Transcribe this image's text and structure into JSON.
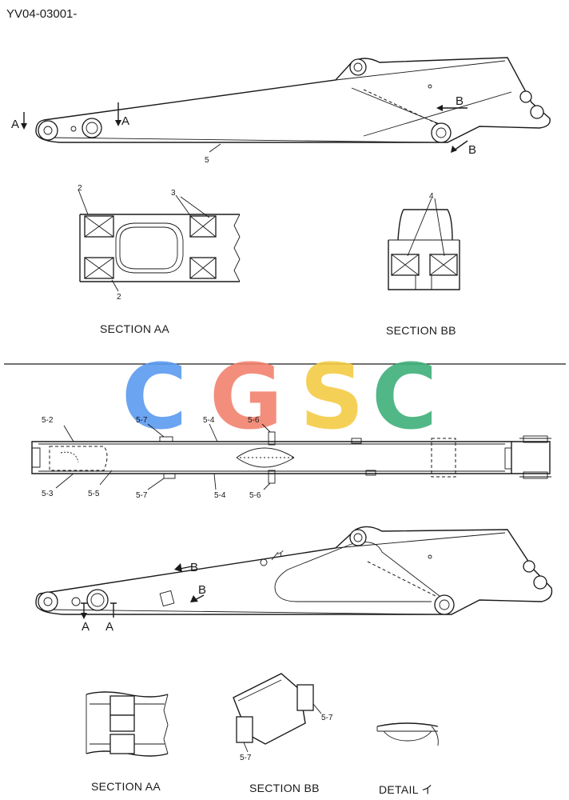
{
  "doc_code": "YV04-03001-",
  "watermark": {
    "letters": [
      "C",
      "G",
      "S",
      "C"
    ],
    "colors": [
      "#5b9bf0",
      "#f2826f",
      "#f4cc45",
      "#3fb07a"
    ]
  },
  "top_view": {
    "section_marks": [
      "A",
      "A",
      "B",
      "B"
    ],
    "part_label": "5",
    "section_aa": {
      "title": "SECTION AA",
      "labels": [
        "2",
        "3",
        "2"
      ]
    },
    "section_bb": {
      "title": "SECTION BB",
      "labels": [
        "4"
      ]
    }
  },
  "plan_view": {
    "labels_top": [
      "5-2",
      "5-7",
      "5-4",
      "5-6"
    ],
    "labels_bottom": [
      "5-3",
      "5-5",
      "5-7",
      "5-4",
      "5-6"
    ]
  },
  "bottom_view": {
    "section_marks": [
      "A",
      "A",
      "B",
      "B"
    ],
    "detail_mark": "イ",
    "section_aa": {
      "title": "SECTION AA"
    },
    "section_bb": {
      "title": "SECTION BB",
      "labels": [
        "5-7",
        "5-7"
      ]
    },
    "detail": {
      "title": "DETAIL イ"
    }
  }
}
